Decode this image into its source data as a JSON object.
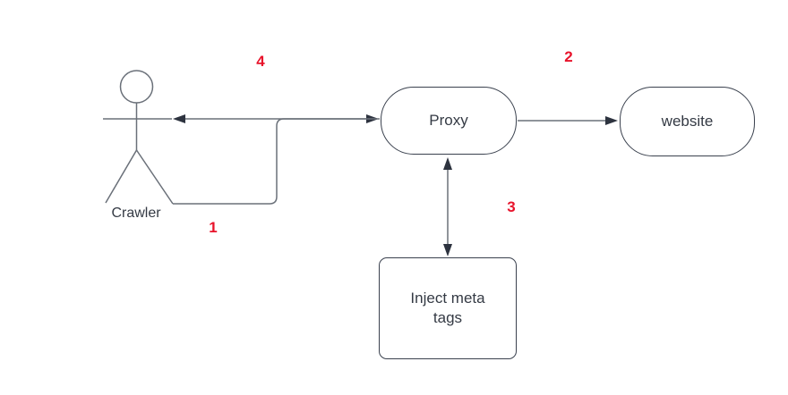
{
  "diagram": {
    "title": "crawler-proxy-meta-injection-flow",
    "colors": {
      "background": "#ffffff",
      "connector_stroke": "#6a7079",
      "node_border": "#3a414e",
      "arrowhead": "#2d333f",
      "text": "#343a44",
      "step_number": "#e8132b"
    },
    "nodes": {
      "crawler": {
        "label": "Crawler",
        "shape": "stick-figure"
      },
      "proxy": {
        "label": "Proxy",
        "shape": "rounded-stadium"
      },
      "website": {
        "label": "website",
        "shape": "rounded-stadium"
      },
      "inject": {
        "label": "Inject  meta\ntags",
        "shape": "rounded-rectangle"
      }
    },
    "edges": [
      {
        "step": "1",
        "from": "crawler",
        "to": "proxy",
        "direction": "one-way"
      },
      {
        "step": "2",
        "from": "proxy",
        "to": "website",
        "direction": "one-way"
      },
      {
        "step": "3",
        "from": "proxy",
        "to": "inject",
        "direction": "two-way"
      },
      {
        "step": "4",
        "from": "proxy",
        "to": "crawler",
        "direction": "one-way"
      }
    ],
    "steps": {
      "s1": "1",
      "s2": "2",
      "s3": "3",
      "s4": "4"
    }
  }
}
